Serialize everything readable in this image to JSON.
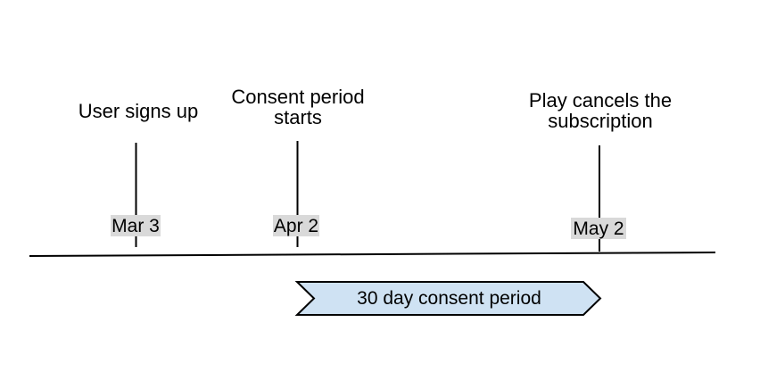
{
  "timeline": {
    "events": [
      {
        "label": "User signs up",
        "date": "Mar 3"
      },
      {
        "label": "Consent period\nstarts",
        "date": "Apr 2"
      },
      {
        "label": "Play cancels the\nsubscription",
        "date": "May 2"
      }
    ],
    "banner": {
      "label": "30 day consent period"
    }
  },
  "colors": {
    "background": "#ffffff",
    "date_label_bg": "#d9d9d9",
    "banner_fill": "#cfe2f3",
    "banner_stroke": "#000000",
    "line": "#000000",
    "text": "#000000"
  }
}
